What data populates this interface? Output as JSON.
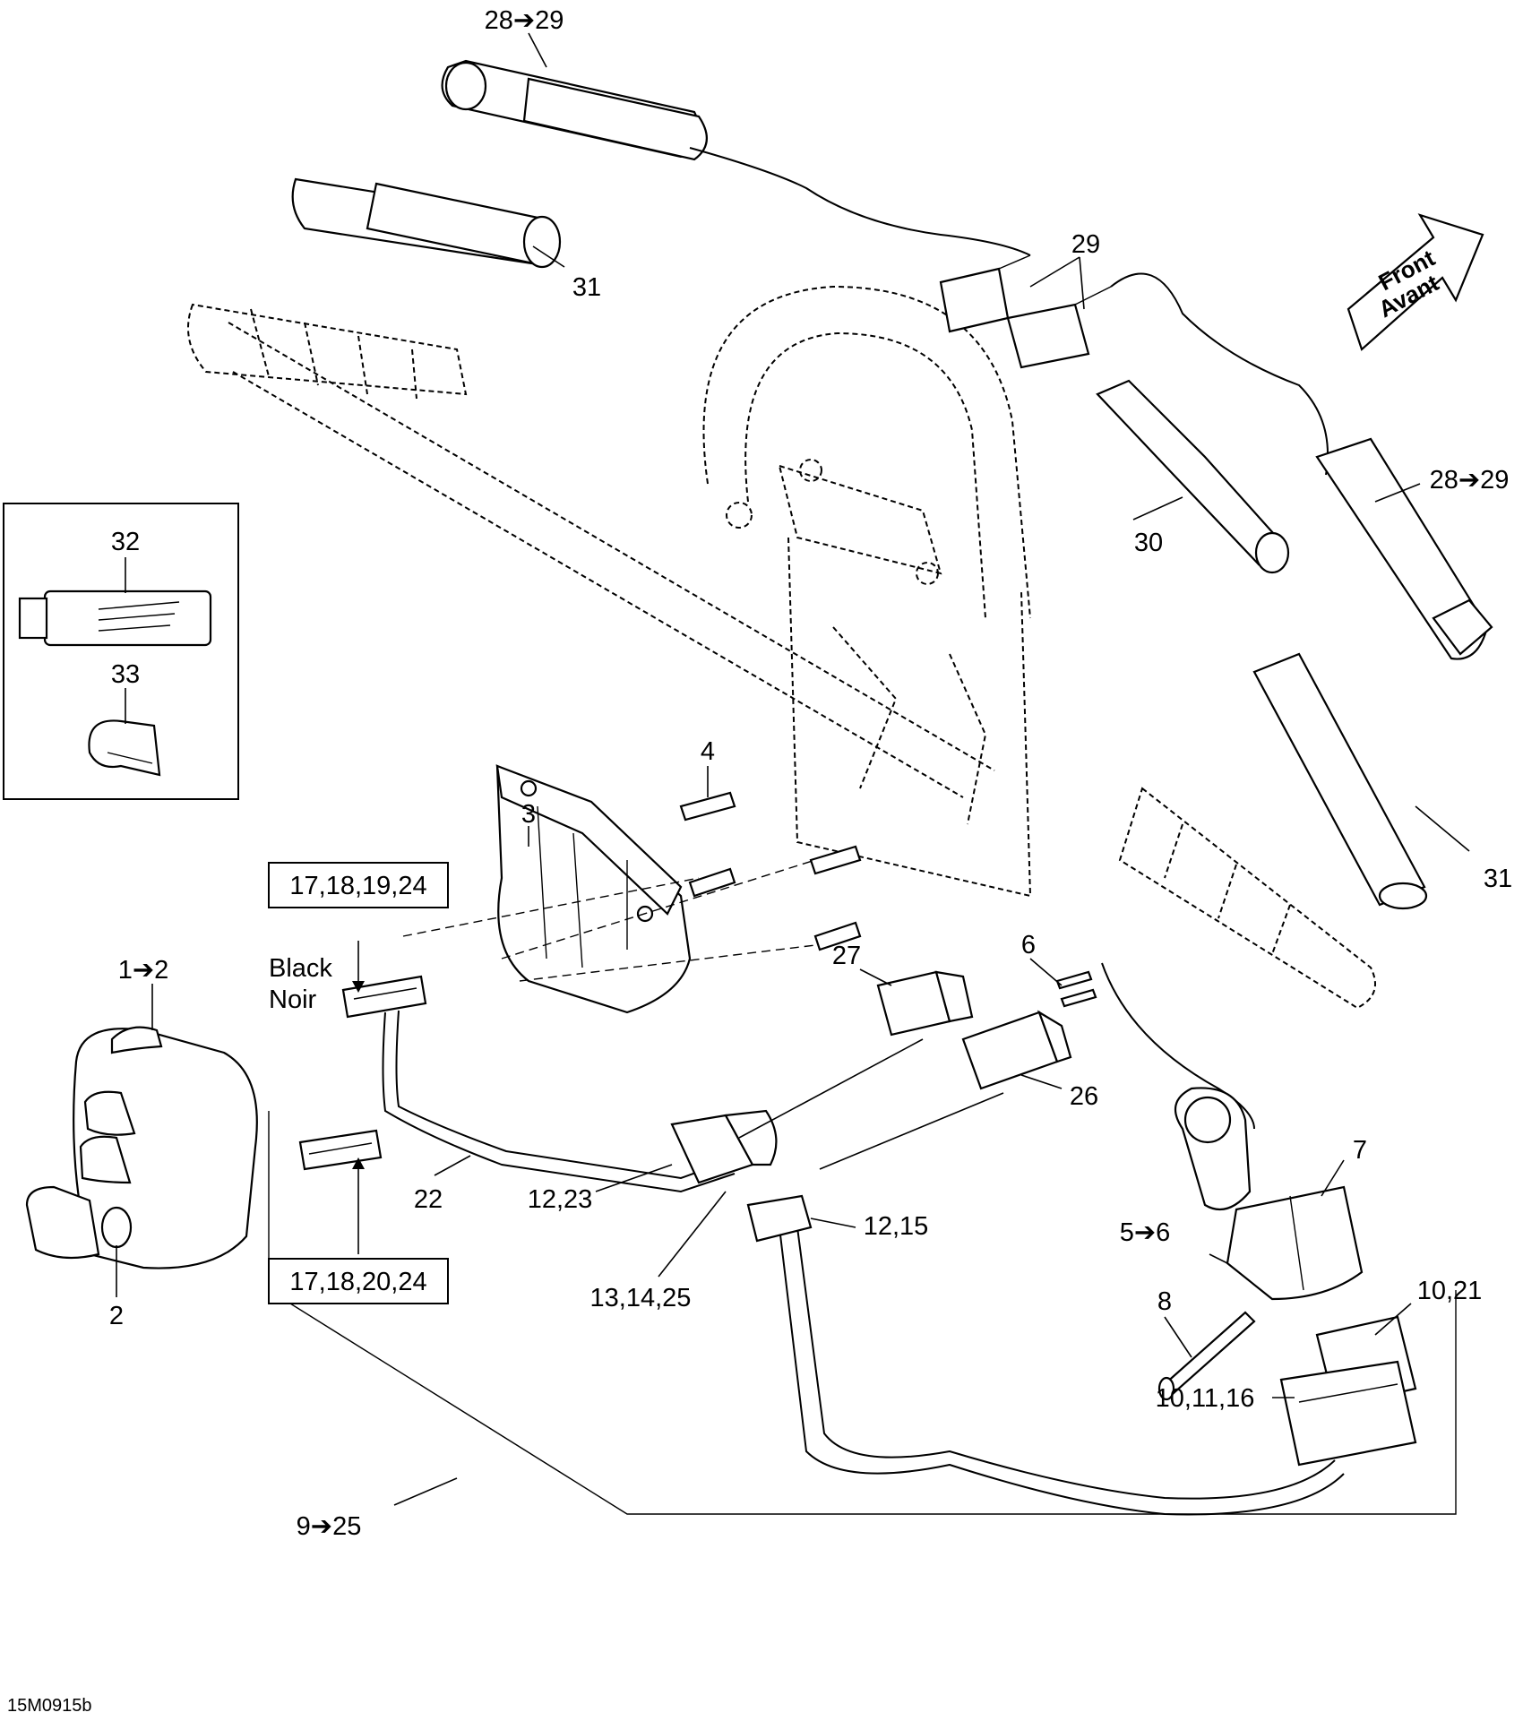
{
  "diagram_code": "15M0915b",
  "front_arrow": {
    "line1": "Front",
    "line2": "Avant"
  },
  "inset": {
    "tube_label": "32",
    "clamp_label": "33"
  },
  "callouts": {
    "c28_29_top": "28➔29",
    "c31_top": "31",
    "c29": "29",
    "c28_29_right": "28➔29",
    "c30": "30",
    "c31_right": "31",
    "c4": "4",
    "c3": "3",
    "c6": "6",
    "c27": "27",
    "c26": "26",
    "c1_2": "1➔2",
    "c2": "2",
    "c22": "22",
    "c12_23": "12,23",
    "c12_15": "12,15",
    "c13_14_25": "13,14,25",
    "c7": "7",
    "c5_6": "5➔6",
    "c8": "8",
    "c10_21": "10,21",
    "c10_11_16": "10,11,16",
    "c9_25": "9➔25"
  },
  "boxed_labels": {
    "top": "17,18,19,24",
    "bottom": "17,18,20,24"
  },
  "connector_color": {
    "line1": "Black",
    "line2": "Noir"
  }
}
